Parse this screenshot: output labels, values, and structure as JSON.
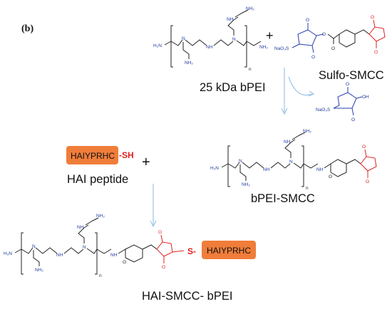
{
  "panel_label": "(b)",
  "plus_symbol": "+",
  "atoms": {
    "H2N": "H₂N",
    "NH2": "NH₂",
    "N": "N",
    "NH": "NH",
    "n": "n",
    "O": "O",
    "OH": "OH",
    "S": "S",
    "NaO3S": "NaO₃S"
  },
  "labels": {
    "bpei": "25 kDa bPEI",
    "sulfo_smcc": "Sulfo-SMCC",
    "hai_peptide": "HAI peptide",
    "bpei_smcc": "bPEI-SMCC",
    "hai_smcc_bpei": "HAI-SMCC- bPEI"
  },
  "peptide": {
    "sequence": "HAIYPRHC",
    "thiol": "-SH",
    "thioether": "S-",
    "box_color": "#f07d3a"
  },
  "colors": {
    "pei_text": "#1f3aa0",
    "maleimide": "#e02020",
    "sulfo_nhs": "#2a3fb0",
    "arrow": "#9ec3ea"
  }
}
